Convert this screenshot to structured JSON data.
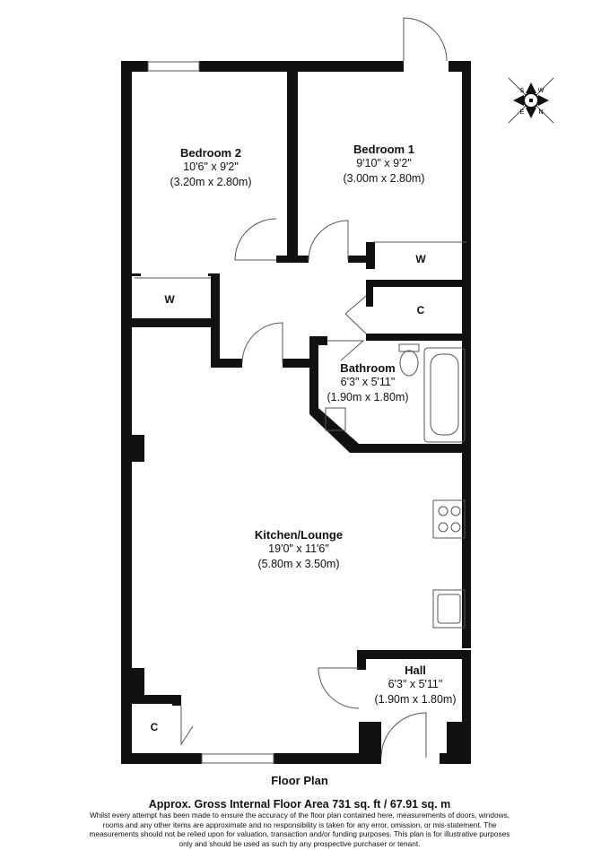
{
  "rooms": [
    {
      "name": "Bedroom 2",
      "imperial": "10'6\" x 9'2\"",
      "metric": "(3.20m x 2.80m)"
    },
    {
      "name": "Bedroom 1",
      "imperial": "9'10\" x 9'2\"",
      "metric": "(3.00m x 2.80m)"
    },
    {
      "name": "Bathroom",
      "imperial": "6'3\" x 5'11\"",
      "metric": "(1.90m x 1.80m)"
    },
    {
      "name": "Kitchen/Lounge",
      "imperial": "19'0\" x 11'6\"",
      "metric": "(5.80m x 3.50m)"
    },
    {
      "name": "Hall",
      "imperial": "6'3\" x 5'11\"",
      "metric": "(1.90m x 1.80m)"
    }
  ],
  "storage": {
    "wardrobe": "W",
    "cupboard": "C"
  },
  "compass": {
    "letters": [
      "S",
      "W",
      "E",
      "N"
    ]
  },
  "footer": {
    "title": "Floor Plan",
    "area": "Approx. Gross Internal Floor Area 731 sq. ft / 67.91 sq. m",
    "disclaimer": [
      "Whilst every attempt has been made to ensure the accuracy of the floor plan contained here, measurements of doors, windows,",
      "rooms and any other items are approximate and no responsibility is taken for any error, omission, or mis-statement. The",
      "measurements should not be relied upon for valuation, transaction and/or funding purposes. This plan is for illustrative purposes",
      "only and should be used as such by any prospective purchaser or tenant."
    ]
  }
}
